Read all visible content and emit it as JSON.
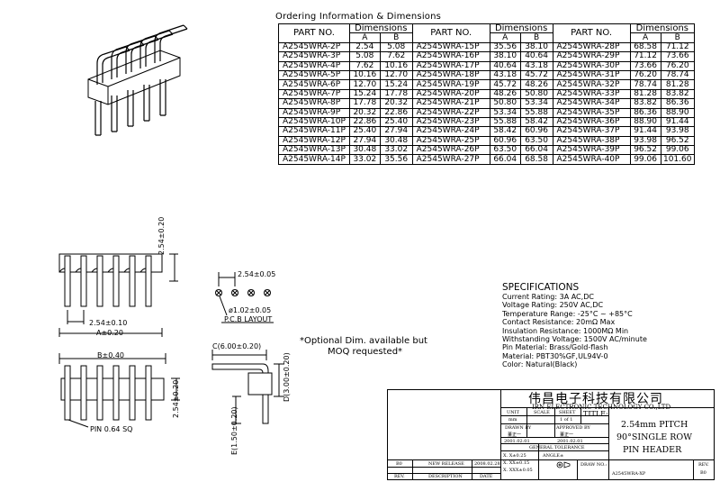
{
  "table": {
    "title": "Ordering Information & Dimensions",
    "headers": {
      "part_no": "PART NO.",
      "dimensions": "Dimensions",
      "a": "A",
      "b": "B"
    },
    "columns": [
      [
        [
          "A2545WRA-2P",
          "2.54",
          "5.08"
        ],
        [
          "A2545WRA-3P",
          "5.08",
          "7.62"
        ],
        [
          "A2545WRA-4P",
          "7.62",
          "10.16"
        ],
        [
          "A2545WRA-5P",
          "10.16",
          "12.70"
        ],
        [
          "A2545WRA-6P",
          "12.70",
          "15.24"
        ],
        [
          "A2545WRA-7P",
          "15.24",
          "17.78"
        ],
        [
          "A2545WRA-8P",
          "17.78",
          "20.32"
        ],
        [
          "A2545WRA-9P",
          "20.32",
          "22.86"
        ],
        [
          "A2545WRA-10P",
          "22.86",
          "25.40"
        ],
        [
          "A2545WRA-11P",
          "25.40",
          "27.94"
        ],
        [
          "A2545WRA-12P",
          "27.94",
          "30.48"
        ],
        [
          "A2545WRA-13P",
          "30.48",
          "33.02"
        ],
        [
          "A2545WRA-14P",
          "33.02",
          "35.56"
        ]
      ],
      [
        [
          "A2545WRA-15P",
          "35.56",
          "38.10"
        ],
        [
          "A2545WRA-16P",
          "38.10",
          "40.64"
        ],
        [
          "A2545WRA-17P",
          "40.64",
          "43.18"
        ],
        [
          "A2545WRA-18P",
          "43.18",
          "45.72"
        ],
        [
          "A2545WRA-19P",
          "45.72",
          "48.26"
        ],
        [
          "A2545WRA-20P",
          "48.26",
          "50.80"
        ],
        [
          "A2545WRA-21P",
          "50.80",
          "53.34"
        ],
        [
          "A2545WRA-22P",
          "53.34",
          "55.88"
        ],
        [
          "A2545WRA-23P",
          "55.88",
          "58.42"
        ],
        [
          "A2545WRA-24P",
          "58.42",
          "60.96"
        ],
        [
          "A2545WRA-25P",
          "60.96",
          "63.50"
        ],
        [
          "A2545WRA-26P",
          "63.50",
          "66.04"
        ],
        [
          "A2545WRA-27P",
          "66.04",
          "68.58"
        ]
      ],
      [
        [
          "A2545WRA-28P",
          "68.58",
          "71.12"
        ],
        [
          "A2545WRA-29P",
          "71.12",
          "73.66"
        ],
        [
          "A2545WRA-30P",
          "73.66",
          "76.20"
        ],
        [
          "A2545WRA-31P",
          "76.20",
          "78.74"
        ],
        [
          "A2545WRA-32P",
          "78.74",
          "81.28"
        ],
        [
          "A2545WRA-33P",
          "81.28",
          "83.82"
        ],
        [
          "A2545WRA-34P",
          "83.82",
          "86.36"
        ],
        [
          "A2545WRA-35P",
          "86.36",
          "88.90"
        ],
        [
          "A2545WRA-36P",
          "88.90",
          "91.44"
        ],
        [
          "A2545WRA-37P",
          "91.44",
          "93.98"
        ],
        [
          "A2545WRA-38P",
          "93.98",
          "96.52"
        ],
        [
          "A2545WRA-39P",
          "96.52",
          "99.06"
        ],
        [
          "A2545WRA-40P",
          "99.06",
          "101.60"
        ]
      ]
    ]
  },
  "drawing": {
    "dim_height": "2.54±0.20",
    "dim_pitch": "2.54±0.10",
    "dim_a": "A±0.20",
    "dim_b": "B±0.40",
    "dim_height2": "2.54±0.20",
    "pin_label": "PIN 0.64 SQ",
    "pcb_pitch": "2.54±0.05",
    "pcb_hole": "ø1.02±0.05",
    "pcb_layout": "P.C.B LAYOUT",
    "side_c": "C(6.00±0.20)",
    "side_d": "D(3.00±0.20)",
    "side_e": "E(1.50±0.20)",
    "note_line1": "*Optional Dim. available but",
    "note_line2": "MOQ requested*"
  },
  "specs": {
    "title": "SPECIFICATIONS",
    "lines": [
      "Current Rating: 3A AC,DC",
      "Voltage Rating: 250V AC,DC",
      "Temperature Range: -25°C ~ +85°C",
      "Contact Resistance: 20mΩ Max",
      "Insulation Resistance: 1000MΩ Min",
      "Withstanding Voltage: 1500V AC/minute",
      "Pin Material: Brass/Gold-flash",
      "Material: PBT30%GF,UL94V-0",
      "Color: Natural(Black)"
    ]
  },
  "title_block": {
    "company_cn": "伟昌电子科技有限公司",
    "company_en": "IRN ELECTRONIC TECHNOLOGY CO.,LTD",
    "unit": "UNIT",
    "scale": "SCALE",
    "sheet": "SHEET",
    "title_label": "TITLE:",
    "unit_value": "mm",
    "sheet_value": "1 of 1",
    "drawn_by": "DRAWN BY",
    "approved_by": "APPROVED BY",
    "drawn_name": "董正一",
    "approved_name": "董正一",
    "drawn_date": "2001.02.01",
    "approved_date": "2001.02.01",
    "general_tolerance": "GENERAL TOLERANCE",
    "tol1": "X. X±0.25",
    "tol2": "X. XX±0.15",
    "tol3": "X. XXX±0.05",
    "angle": "ANGLE±",
    "title_line1": "2.54mm PITCH",
    "title_line2": "90°SINGLE ROW",
    "title_line3": "PIN HEADER",
    "drawing_no_label": "DRAW NO.:",
    "drawing_no": "A2545WRA-XP",
    "rev_label": "REV.",
    "rev_value": "B0",
    "rev_row_rev": "B0",
    "rev_row_desc": "NEW RELEASE",
    "rev_row_date": "2008.02.28",
    "hdr_rev": "REV.",
    "hdr_desc": "DESCRIPTION",
    "hdr_date": "DATE"
  }
}
